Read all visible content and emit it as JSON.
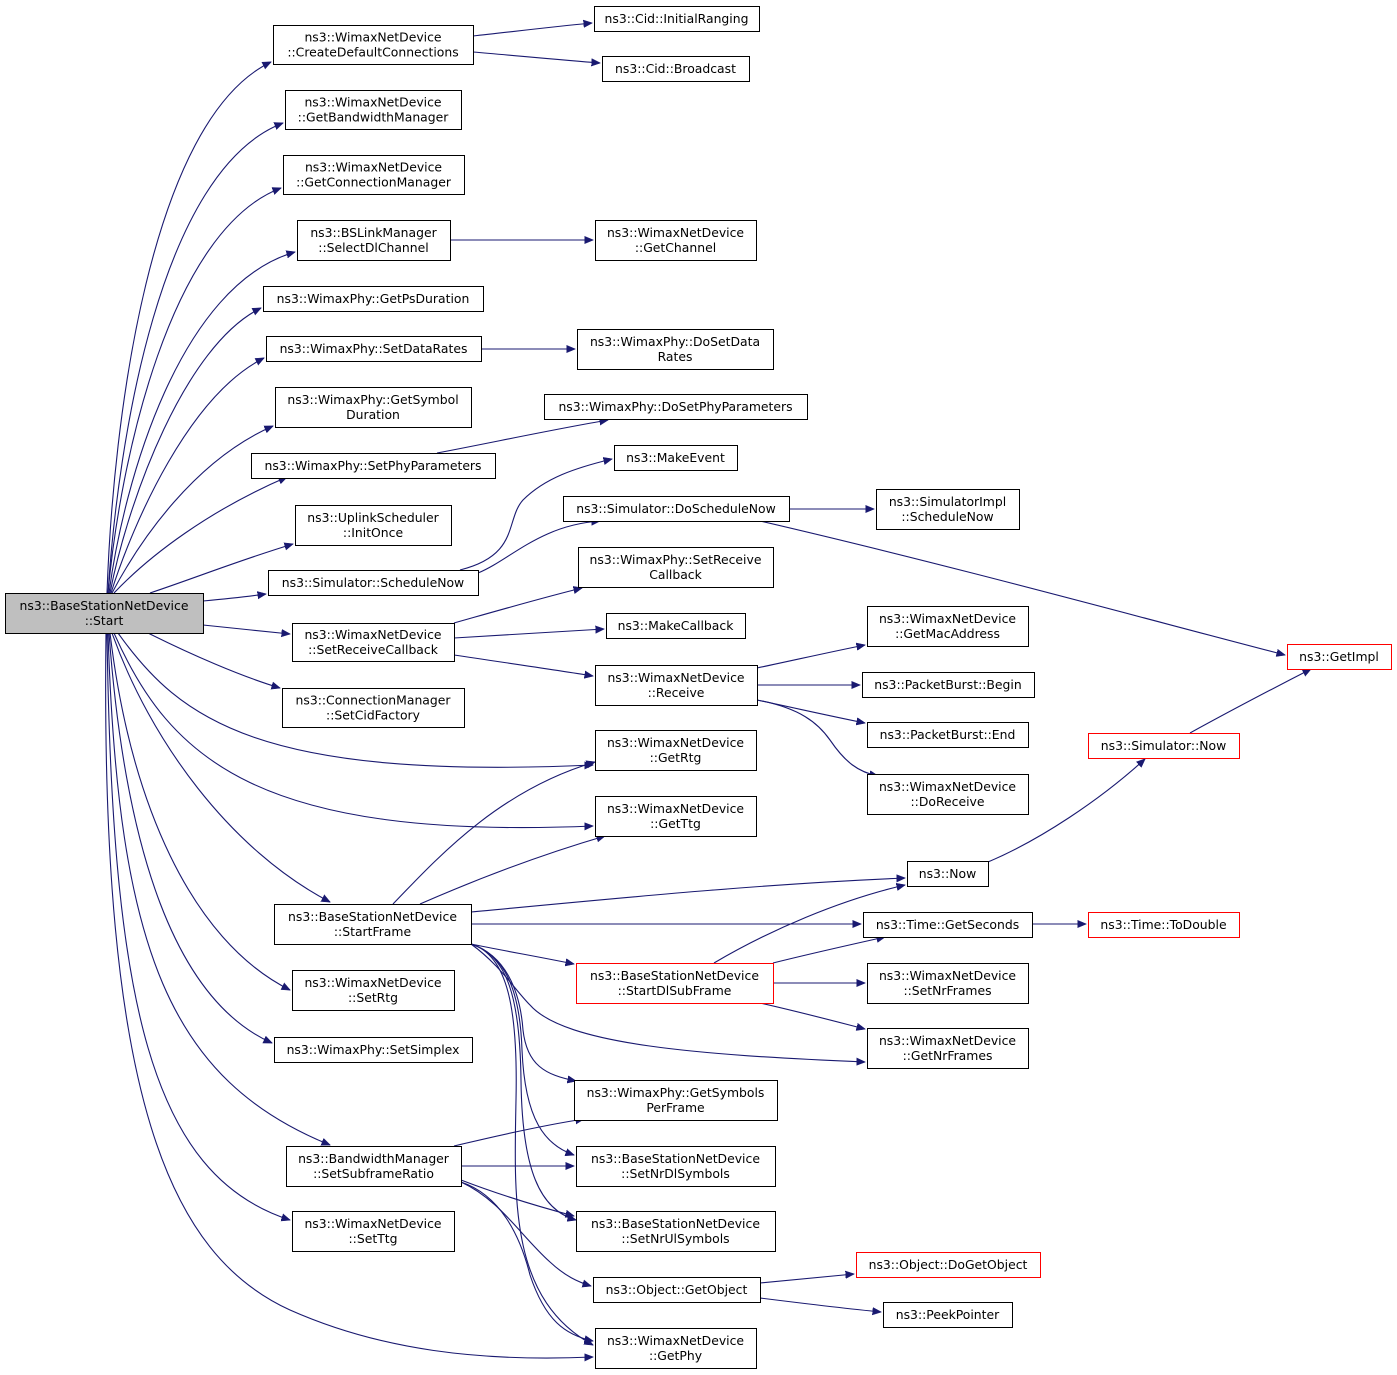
{
  "graph": {
    "type": "call-graph",
    "root": "start",
    "colors": {
      "edge": "#191970",
      "root_fill": "#bfbfbf",
      "truncated_border": "#ff0000"
    },
    "nodes": [
      {
        "id": "start",
        "lines": [
          "ns3::BaseStationNetDevice",
          "::Start"
        ],
        "root": true
      },
      {
        "id": "createDefaultConnections",
        "lines": [
          "ns3::WimaxNetDevice",
          "::CreateDefaultConnections"
        ]
      },
      {
        "id": "cidInitialRanging",
        "lines": [
          "ns3::Cid::InitialRanging"
        ]
      },
      {
        "id": "cidBroadcast",
        "lines": [
          "ns3::Cid::Broadcast"
        ]
      },
      {
        "id": "getBandwidthManager",
        "lines": [
          "ns3::WimaxNetDevice",
          "::GetBandwidthManager"
        ]
      },
      {
        "id": "getConnectionManager",
        "lines": [
          "ns3::WimaxNetDevice",
          "::GetConnectionManager"
        ]
      },
      {
        "id": "selectDlChannel",
        "lines": [
          "ns3::BSLinkManager",
          "::SelectDlChannel"
        ]
      },
      {
        "id": "getChannel",
        "lines": [
          "ns3::WimaxNetDevice",
          "::GetChannel"
        ]
      },
      {
        "id": "getPsDuration",
        "lines": [
          "ns3::WimaxPhy::GetPsDuration"
        ]
      },
      {
        "id": "setDataRates",
        "lines": [
          "ns3::WimaxPhy::SetDataRates"
        ]
      },
      {
        "id": "doSetDataRates",
        "lines": [
          "ns3::WimaxPhy::DoSetData",
          "Rates"
        ]
      },
      {
        "id": "getSymbolDuration",
        "lines": [
          "ns3::WimaxPhy::GetSymbol",
          "Duration"
        ]
      },
      {
        "id": "doSetPhyParameters",
        "lines": [
          "ns3::WimaxPhy::DoSetPhyParameters"
        ]
      },
      {
        "id": "setPhyParameters",
        "lines": [
          "ns3::WimaxPhy::SetPhyParameters"
        ]
      },
      {
        "id": "makeEvent",
        "lines": [
          "ns3::MakeEvent"
        ]
      },
      {
        "id": "doScheduleNow",
        "lines": [
          "ns3::Simulator::DoScheduleNow"
        ]
      },
      {
        "id": "simImplScheduleNow",
        "lines": [
          "ns3::SimulatorImpl",
          "::ScheduleNow"
        ]
      },
      {
        "id": "initOnce",
        "lines": [
          "ns3::UplinkScheduler",
          "::InitOnce"
        ]
      },
      {
        "id": "scheduleNow",
        "lines": [
          "ns3::Simulator::ScheduleNow"
        ]
      },
      {
        "id": "setReceiveCallbackPhy",
        "lines": [
          "ns3::WimaxPhy::SetReceive",
          "Callback"
        ]
      },
      {
        "id": "makeCallback",
        "lines": [
          "ns3::MakeCallback"
        ]
      },
      {
        "id": "setReceiveCallback",
        "lines": [
          "ns3::WimaxNetDevice",
          "::SetReceiveCallback"
        ]
      },
      {
        "id": "getMacAddress",
        "lines": [
          "ns3::WimaxNetDevice",
          "::GetMacAddress"
        ]
      },
      {
        "id": "getImpl",
        "lines": [
          "ns3::GetImpl"
        ],
        "truncated": true
      },
      {
        "id": "receive",
        "lines": [
          "ns3::WimaxNetDevice",
          "::Receive"
        ]
      },
      {
        "id": "packetBurstBegin",
        "lines": [
          "ns3::PacketBurst::Begin"
        ]
      },
      {
        "id": "setCidFactory",
        "lines": [
          "ns3::ConnectionManager",
          "::SetCidFactory"
        ]
      },
      {
        "id": "packetBurstEnd",
        "lines": [
          "ns3::PacketBurst::End"
        ]
      },
      {
        "id": "simulatorNow",
        "lines": [
          "ns3::Simulator::Now"
        ],
        "truncated": true
      },
      {
        "id": "getRtg",
        "lines": [
          "ns3::WimaxNetDevice",
          "::GetRtg"
        ]
      },
      {
        "id": "doReceive",
        "lines": [
          "ns3::WimaxNetDevice",
          "::DoReceive"
        ]
      },
      {
        "id": "getTtg",
        "lines": [
          "ns3::WimaxNetDevice",
          "::GetTtg"
        ]
      },
      {
        "id": "now",
        "lines": [
          "ns3::Now"
        ]
      },
      {
        "id": "startFrame",
        "lines": [
          "ns3::BaseStationNetDevice",
          "::StartFrame"
        ]
      },
      {
        "id": "getSeconds",
        "lines": [
          "ns3::Time::GetSeconds"
        ]
      },
      {
        "id": "toDouble",
        "lines": [
          "ns3::Time::ToDouble"
        ],
        "truncated": true
      },
      {
        "id": "startDlSubFrame",
        "lines": [
          "ns3::BaseStationNetDevice",
          "::StartDlSubFrame"
        ],
        "truncated": true
      },
      {
        "id": "setRtg",
        "lines": [
          "ns3::WimaxNetDevice",
          "::SetRtg"
        ]
      },
      {
        "id": "setNrFrames",
        "lines": [
          "ns3::WimaxNetDevice",
          "::SetNrFrames"
        ]
      },
      {
        "id": "setSimplex",
        "lines": [
          "ns3::WimaxPhy::SetSimplex"
        ]
      },
      {
        "id": "getNrFrames",
        "lines": [
          "ns3::WimaxNetDevice",
          "::GetNrFrames"
        ]
      },
      {
        "id": "getSymbolsPerFrame",
        "lines": [
          "ns3::WimaxPhy::GetSymbols",
          "PerFrame"
        ]
      },
      {
        "id": "setSubframeRatio",
        "lines": [
          "ns3::BandwidthManager",
          "::SetSubframeRatio"
        ]
      },
      {
        "id": "setNrDlSymbols",
        "lines": [
          "ns3::BaseStationNetDevice",
          "::SetNrDlSymbols"
        ]
      },
      {
        "id": "setTtg",
        "lines": [
          "ns3::WimaxNetDevice",
          "::SetTtg"
        ]
      },
      {
        "id": "setNrUlSymbols",
        "lines": [
          "ns3::BaseStationNetDevice",
          "::SetNrUlSymbols"
        ]
      },
      {
        "id": "doGetObject",
        "lines": [
          "ns3::Object::DoGetObject"
        ],
        "truncated": true
      },
      {
        "id": "getObject",
        "lines": [
          "ns3::Object::GetObject"
        ]
      },
      {
        "id": "peekPointer",
        "lines": [
          "ns3::PeekPointer"
        ]
      },
      {
        "id": "getPhy",
        "lines": [
          "ns3::WimaxNetDevice",
          "::GetPhy"
        ]
      }
    ],
    "edges": [
      [
        "start",
        "createDefaultConnections"
      ],
      [
        "start",
        "getBandwidthManager"
      ],
      [
        "start",
        "getConnectionManager"
      ],
      [
        "start",
        "selectDlChannel"
      ],
      [
        "start",
        "getPsDuration"
      ],
      [
        "start",
        "setDataRates"
      ],
      [
        "start",
        "getSymbolDuration"
      ],
      [
        "start",
        "setPhyParameters"
      ],
      [
        "start",
        "initOnce"
      ],
      [
        "start",
        "scheduleNow"
      ],
      [
        "start",
        "setReceiveCallback"
      ],
      [
        "start",
        "setCidFactory"
      ],
      [
        "start",
        "getRtg"
      ],
      [
        "start",
        "getTtg"
      ],
      [
        "start",
        "startFrame"
      ],
      [
        "start",
        "setRtg"
      ],
      [
        "start",
        "setSimplex"
      ],
      [
        "start",
        "setSubframeRatio"
      ],
      [
        "start",
        "setTtg"
      ],
      [
        "start",
        "getPhy"
      ],
      [
        "createDefaultConnections",
        "cidInitialRanging"
      ],
      [
        "createDefaultConnections",
        "cidBroadcast"
      ],
      [
        "selectDlChannel",
        "getChannel"
      ],
      [
        "setDataRates",
        "doSetDataRates"
      ],
      [
        "setPhyParameters",
        "doSetPhyParameters"
      ],
      [
        "scheduleNow",
        "makeEvent"
      ],
      [
        "scheduleNow",
        "doScheduleNow"
      ],
      [
        "doScheduleNow",
        "simImplScheduleNow"
      ],
      [
        "doScheduleNow",
        "getImpl"
      ],
      [
        "setReceiveCallback",
        "setReceiveCallbackPhy"
      ],
      [
        "setReceiveCallback",
        "makeCallback"
      ],
      [
        "setReceiveCallback",
        "receive"
      ],
      [
        "receive",
        "getMacAddress"
      ],
      [
        "receive",
        "packetBurstBegin"
      ],
      [
        "receive",
        "packetBurstEnd"
      ],
      [
        "receive",
        "doReceive"
      ],
      [
        "simulatorNow",
        "getImpl"
      ],
      [
        "now",
        "simulatorNow"
      ],
      [
        "startFrame",
        "getRtg"
      ],
      [
        "startFrame",
        "getTtg"
      ],
      [
        "startFrame",
        "now"
      ],
      [
        "startFrame",
        "getSeconds"
      ],
      [
        "startFrame",
        "startDlSubFrame"
      ],
      [
        "startFrame",
        "getNrFrames"
      ],
      [
        "startFrame",
        "getSymbolsPerFrame"
      ],
      [
        "startFrame",
        "setNrDlSymbols"
      ],
      [
        "startFrame",
        "setNrUlSymbols"
      ],
      [
        "startFrame",
        "getPhy"
      ],
      [
        "getSeconds",
        "toDouble"
      ],
      [
        "startDlSubFrame",
        "now"
      ],
      [
        "startDlSubFrame",
        "getSeconds"
      ],
      [
        "startDlSubFrame",
        "setNrFrames"
      ],
      [
        "startDlSubFrame",
        "getNrFrames"
      ],
      [
        "setSubframeRatio",
        "getSymbolsPerFrame"
      ],
      [
        "setSubframeRatio",
        "setNrDlSymbols"
      ],
      [
        "setSubframeRatio",
        "setNrUlSymbols"
      ],
      [
        "setSubframeRatio",
        "getObject"
      ],
      [
        "setSubframeRatio",
        "getPhy"
      ],
      [
        "getObject",
        "doGetObject"
      ],
      [
        "getObject",
        "peekPointer"
      ]
    ]
  }
}
